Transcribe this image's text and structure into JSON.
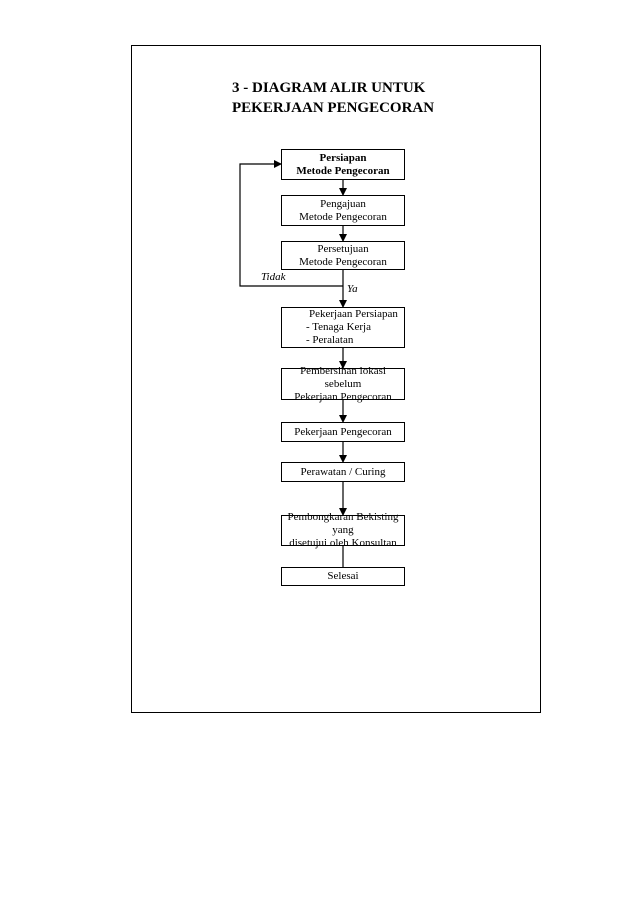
{
  "title": {
    "line1": "3 - DIAGRAM ALIR UNTUK",
    "line2": "PEKERJAAN PENGECORAN"
  },
  "steps": {
    "persiapan": {
      "line1": "Persiapan",
      "line2": "Metode Pengecoran"
    },
    "pengajuan": {
      "line1": "Pengajuan",
      "line2": "Metode Pengecoran"
    },
    "persetujuan": {
      "line1": "Persetujuan",
      "line2": "Metode Pengecoran"
    },
    "pekerjaan_persiapan": {
      "line1": "Pekerjaan Persiapan",
      "line2": "- Tenaga Kerja",
      "line3": "- Peralatan"
    },
    "pembersihan": {
      "line1": "Pembersihan lokasi sebelum",
      "line2": "Pekerjaan Pengecoran"
    },
    "pekerjaan_pengecoran": {
      "line1": "Pekerjaan Pengecoran"
    },
    "perawatan": {
      "line1": "Perawatan / Curing"
    },
    "pembongkaran": {
      "line1": "Pembongkaran Bekisting yang",
      "line2": "disetujui oleh Konsultan"
    },
    "selesai": {
      "line1": "Selesai"
    }
  },
  "branch_labels": {
    "no": "Tidak",
    "yes": "Ya"
  }
}
